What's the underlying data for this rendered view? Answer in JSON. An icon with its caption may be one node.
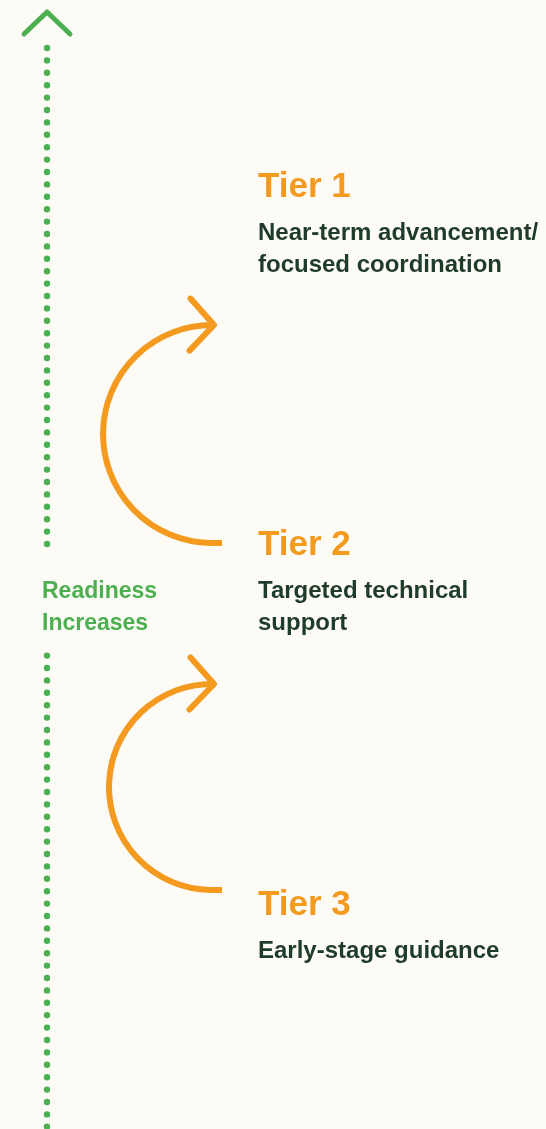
{
  "diagram": {
    "nodes": [
      {
        "text": [
          "Tier 1",
          "Near-term advancement/ focused coordination"
        ]
      },
      {
        "text": [
          "Tier 2",
          "Targeted technical support"
        ]
      },
      {
        "text": [
          "Tier 3",
          "Early-stage guidance"
        ]
      }
    ],
    "edges": [
      {
        "from": 1,
        "to": 0,
        "arrow": "to"
      },
      {
        "from": 2,
        "to": 1,
        "arrow": "to"
      }
    ],
    "labels": [
      "Readiness Increases"
    ]
  }
}
